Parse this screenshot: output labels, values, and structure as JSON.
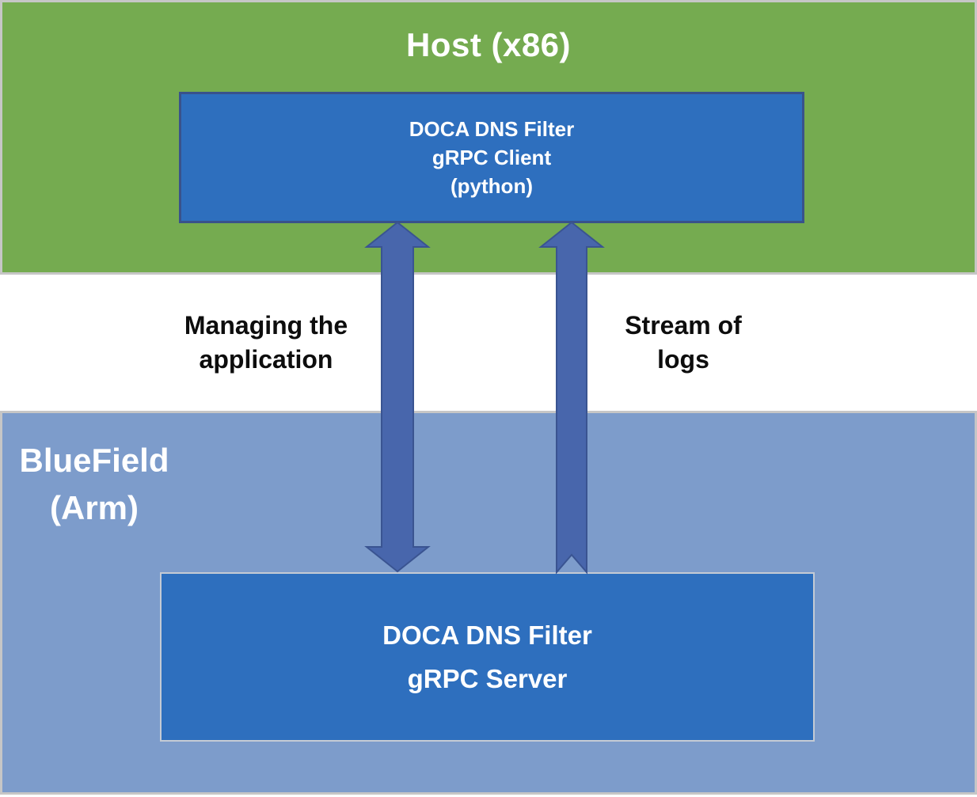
{
  "diagram": {
    "host": {
      "title": "Host (x86)",
      "client_box": {
        "lines": [
          "DOCA DNS Filter",
          "gRPC Client",
          "(python)"
        ]
      }
    },
    "bluefield": {
      "title_lines": [
        "BlueField",
        "(Arm)"
      ],
      "server_box": {
        "lines": [
          "DOCA DNS Filter",
          "gRPC Server"
        ]
      }
    },
    "connections": [
      {
        "id": "managing-application",
        "type": "vertical-double-arrow",
        "label_lines": [
          "Managing the",
          "application"
        ]
      },
      {
        "id": "stream-of-logs",
        "type": "up-arrow-notched-tail",
        "label_lines": [
          "Stream of",
          "logs"
        ]
      }
    ],
    "colors": {
      "host_bg": "#75AB50",
      "bluefield_bg": "#7D9CCB",
      "box_fill": "#2E6FBE",
      "client_box_border": "#39528B",
      "server_box_border": "#C5CBD4",
      "panel_border": "#C6C6C6",
      "arrow_fill": "#4866AC",
      "arrow_stroke": "#3A5491",
      "box_text": "#FFFFFF",
      "label_text": "#0D0D0D"
    }
  }
}
